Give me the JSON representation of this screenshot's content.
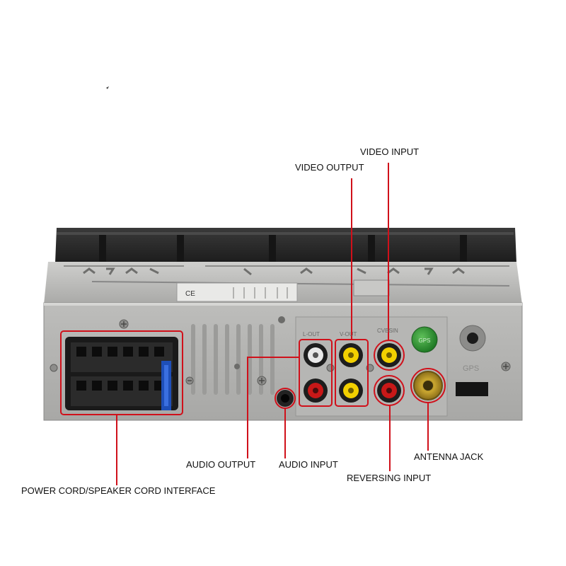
{
  "callouts": {
    "video_input": "VIDEO INPUT",
    "video_output": "VIDEO OUTPUT",
    "audio_output": "AUDIO OUTPUT",
    "audio_input": "AUDIO INPUT",
    "antenna_jack": "ANTENNA JACK",
    "reversing_input": "REVERSING INPUT",
    "power_speaker": "POWER CORD/SPEAKER CORD INTERFACE"
  },
  "panel_marks": {
    "l_out": "L-OUT",
    "v_out": "V-OUT",
    "cvbsin": "CVBSIN",
    "gps": "GPS"
  },
  "colors": {
    "callout_red": "#d0101a",
    "rca_yellow": "#f2d000",
    "rca_red": "#c81818",
    "panel_gray": "#b4b4b2",
    "top_black": "#2a2a2a"
  }
}
